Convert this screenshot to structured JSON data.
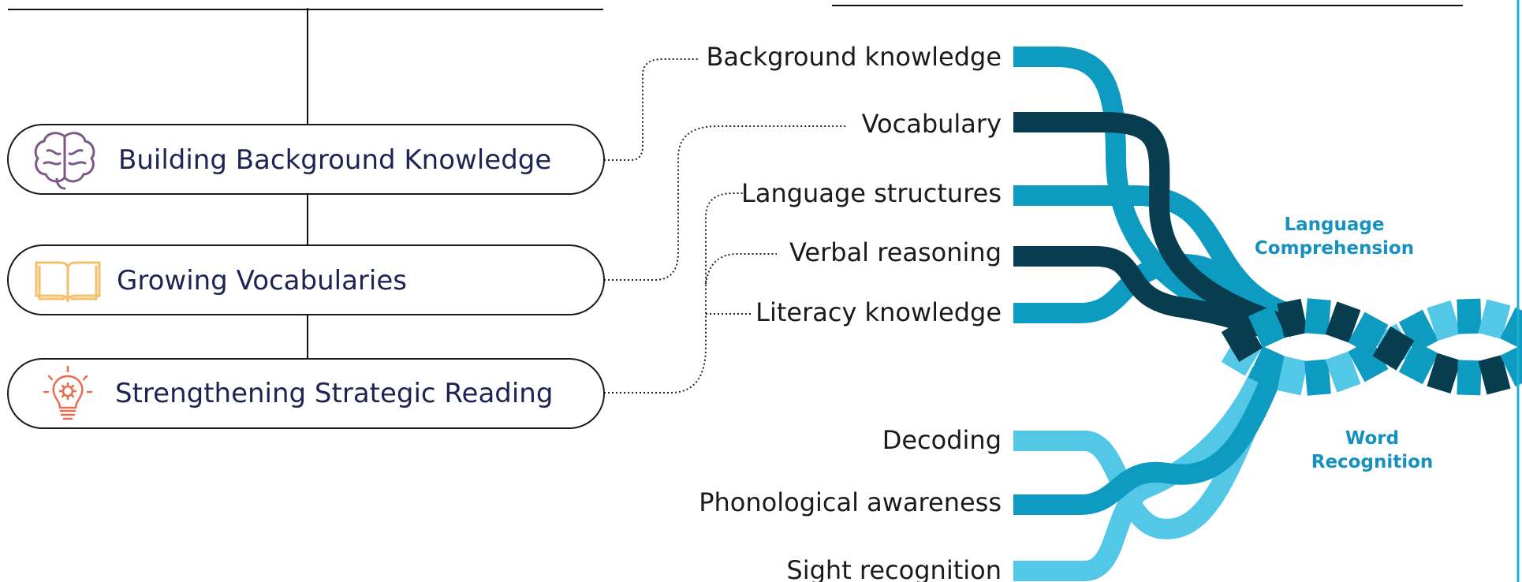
{
  "colors": {
    "navy_text": "#1d2353",
    "dark_teal": "#073d4f",
    "mid_teal": "#0e9bc2",
    "light_teal": "#53c8e6",
    "label_blue": "#1590bf",
    "brain_purple": "#7b5a86",
    "book_yellow": "#f4c06c",
    "bulb_orange": "#e86e52"
  },
  "pillars": [
    {
      "label": "Building Background Knowledge",
      "icon": "brain-icon"
    },
    {
      "label": "Growing Vocabularies",
      "icon": "book-icon"
    },
    {
      "label": "Strengthening Strategic Reading",
      "icon": "lightbulb-gear-icon"
    }
  ],
  "strands": {
    "language": [
      {
        "label": "Background knowledge",
        "color": "mid"
      },
      {
        "label": "Vocabulary",
        "color": "dark"
      },
      {
        "label": "Language structures",
        "color": "mid"
      },
      {
        "label": "Verbal reasoning",
        "color": "dark"
      },
      {
        "label": "Literacy knowledge",
        "color": "mid"
      }
    ],
    "word": [
      {
        "label": "Decoding",
        "color": "light"
      },
      {
        "label": "Phonological awareness",
        "color": "mid"
      },
      {
        "label": "Sight recognition",
        "color": "light"
      }
    ]
  },
  "rope_labels": {
    "language_comprehension": [
      "Language",
      "Comprehension"
    ],
    "word_recognition": [
      "Word",
      "Recognition"
    ]
  }
}
